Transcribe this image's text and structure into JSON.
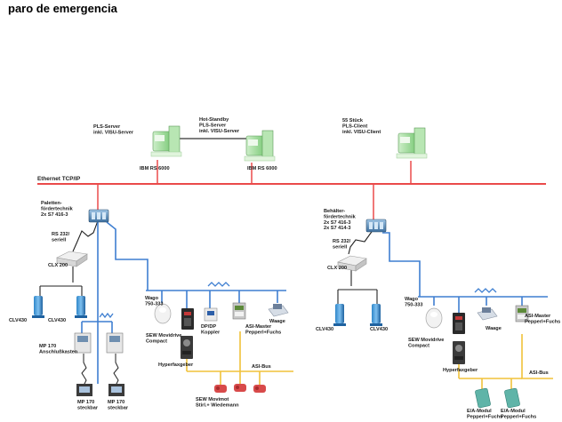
{
  "title": "paro de emergencia",
  "colors": {
    "ethernet": "#ea4a4a",
    "profibus": "#3f7fd1",
    "asi_bus": "#f0c23a",
    "rs232": "#222222",
    "server": "#8fdc8a"
  },
  "diagram": {
    "network_label": "Ethernet TCP/IP",
    "servers": [
      {
        "lines": [
          "PLS-Server",
          "inkl. VISU-Server"
        ],
        "model": "IBM RS 6000"
      },
      {
        "lines": [
          "Hot-Standby",
          "PLS-Server",
          "inkl. VISU-Server"
        ],
        "model": "IBM RS 6000"
      },
      {
        "lines": [
          "55 Stück",
          "PLS-Client",
          "inkl. VISU-Client"
        ]
      }
    ],
    "left": {
      "plc_lines": [
        "Paletten-",
        "fördertechnik",
        "2x S7 416-3"
      ],
      "rs232": [
        "RS 232/",
        "seriell"
      ],
      "clx": "CLX 200",
      "scanners": [
        "CLV430",
        "CLV430"
      ],
      "mp": [
        "MP 170",
        "Anschlußkasten"
      ],
      "mp_sub": [
        [
          "MP 170",
          "steckbar"
        ],
        [
          "MP 170",
          "steckbar"
        ]
      ],
      "wago": [
        "Wago",
        "750-333"
      ],
      "sew": [
        "SEW Movidrive",
        "Compact"
      ],
      "dpdp": [
        "DP/DP",
        "Koppler"
      ],
      "asi_master": [
        "ASI-Master",
        "Pepperl+Fuchs"
      ],
      "waage": "Waage",
      "hyper": "Hyperfaxgeber",
      "asi_bus": "ASI-Bus",
      "sew_mot": [
        "SEW Movimot",
        "Stirl.+ Wiedemann"
      ]
    },
    "right": {
      "plc_lines": [
        "Behälter-",
        "fördertechnik",
        "2x S7 416-3",
        "2x S7 414-3"
      ],
      "rs232": [
        "RS 232/",
        "seriell"
      ],
      "clx": "CLX 200",
      "scanners": [
        "CLV430",
        "CLV430"
      ],
      "wago": [
        "Wago",
        "750-333"
      ],
      "sew": [
        "SEW Movidrive",
        "Compact"
      ],
      "waage": "Waage",
      "asi_master": [
        "ASI-Master",
        "Pepperl+Fuchs"
      ],
      "hyper": "Hyperfaxgeber",
      "asi_bus": "ASI-Bus",
      "asi_mod": [
        [
          "E/A-Modul",
          "Pepperl+Fuchs"
        ],
        [
          "E/A-Modul",
          "Pepperl+Fuchs"
        ]
      ]
    }
  }
}
